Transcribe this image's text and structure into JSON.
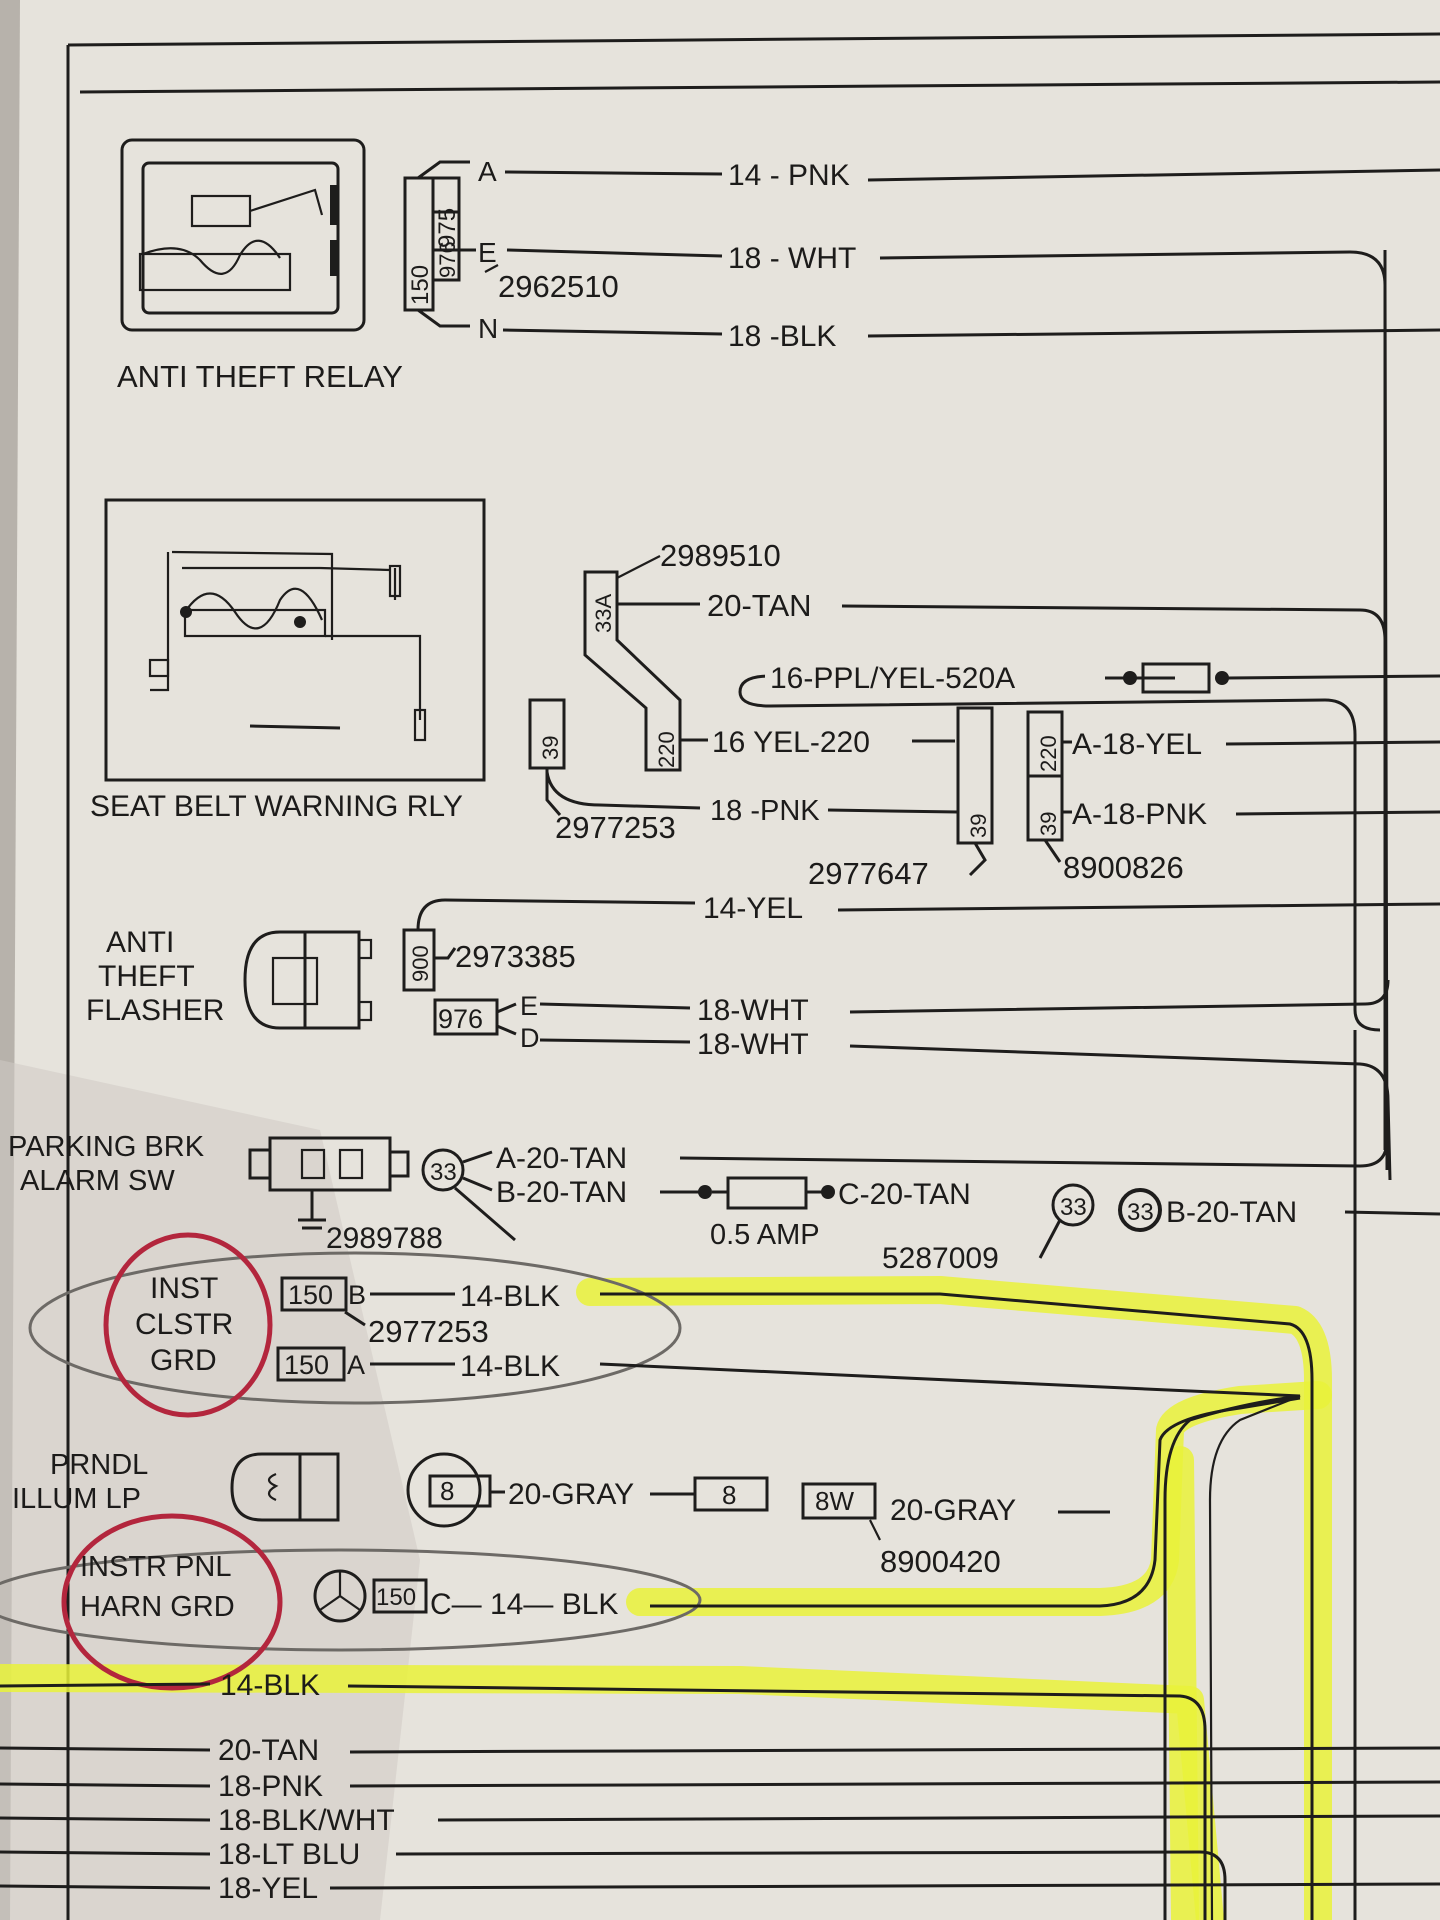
{
  "components": {
    "anti_theft_relay": {
      "label": "ANTI THEFT RELAY",
      "connector_ids": [
        "150",
        "975",
        "976"
      ],
      "part_number": "2962510",
      "wires": [
        {
          "pin": "A",
          "wire": "14 - PNK"
        },
        {
          "pin": "E",
          "wire": "18 - WHT"
        },
        {
          "pin": "N",
          "wire": "18 -BLK"
        }
      ]
    },
    "seat_belt_warning_rly": {
      "label": "SEAT BELT WARNING RLY",
      "part_number_top": "2989510",
      "connector_33a": "33A",
      "connector_220": "220",
      "connector_39": "39",
      "part_number_39": "2977253",
      "wire_tan": "20-TAN",
      "wire_ppl": "16-PPL/YEL-520A",
      "wire_yel": "16 YEL-220",
      "wire_pnk": "18 -PNK",
      "mid_connector": "39",
      "mid_part": "2977647",
      "right_connector": [
        "39",
        "220"
      ],
      "right_wire_yel": "A-18-YEL",
      "right_wire_pnk": "A-18-PNK",
      "right_part": "8900826"
    },
    "anti_theft_flasher": {
      "label_lines": [
        "ANTI",
        "THEFT",
        "FLASHER"
      ],
      "connector_900": "900",
      "connector_976": "976",
      "part_number": "2973385",
      "wire_top": "14-YEL",
      "pin_e": "E",
      "pin_d": "D",
      "wire_e": "18-WHT",
      "wire_d": "18-WHT"
    },
    "parking_brk_alarm_sw": {
      "label_lines": [
        "PARKING BRK",
        "ALARM SW"
      ],
      "connector": "33",
      "part_number": "2989788",
      "wire_a": "A-20-TAN",
      "wire_b": "B-20-TAN",
      "fuse": "0.5 AMP",
      "wire_c": "C-20-TAN",
      "c_connector": "33",
      "right_connector": "33",
      "right_wire": "B-20-TAN",
      "part_right": "5287009"
    },
    "inst_clstr_grd": {
      "label_lines": [
        "INST",
        "CLSTR",
        "GRD"
      ],
      "connector_b": "150",
      "connector_a": "150",
      "pin_b": "B",
      "pin_a": "A",
      "wire_b": "14-BLK",
      "wire_a": "14-BLK",
      "part_number": "2977253"
    },
    "prndl_illum_lp": {
      "label_lines": [
        "PRNDL",
        "ILLUM LP"
      ],
      "connector": "8",
      "wire": "20-GRAY",
      "mid_connector": "8",
      "right_connector": "8W",
      "right_wire": "20-GRAY",
      "part_number": "8900420"
    },
    "instr_pnl_harn_grd": {
      "label_lines": [
        "INSTR PNL",
        "HARN GRD"
      ],
      "connector": "150",
      "wire": "C— 14— BLK"
    }
  },
  "bottom_wires": [
    "14-BLK",
    "20-TAN",
    "18-PNK",
    "18-BLK/WHT",
    "18-LT BLU",
    "18-YEL"
  ],
  "colors": {
    "paper": "#e9e6df",
    "ink": "#1e1d1c",
    "highlighter": "#e9f23a",
    "red_marker": "#b3263d",
    "pencil": "#6d6a66"
  }
}
